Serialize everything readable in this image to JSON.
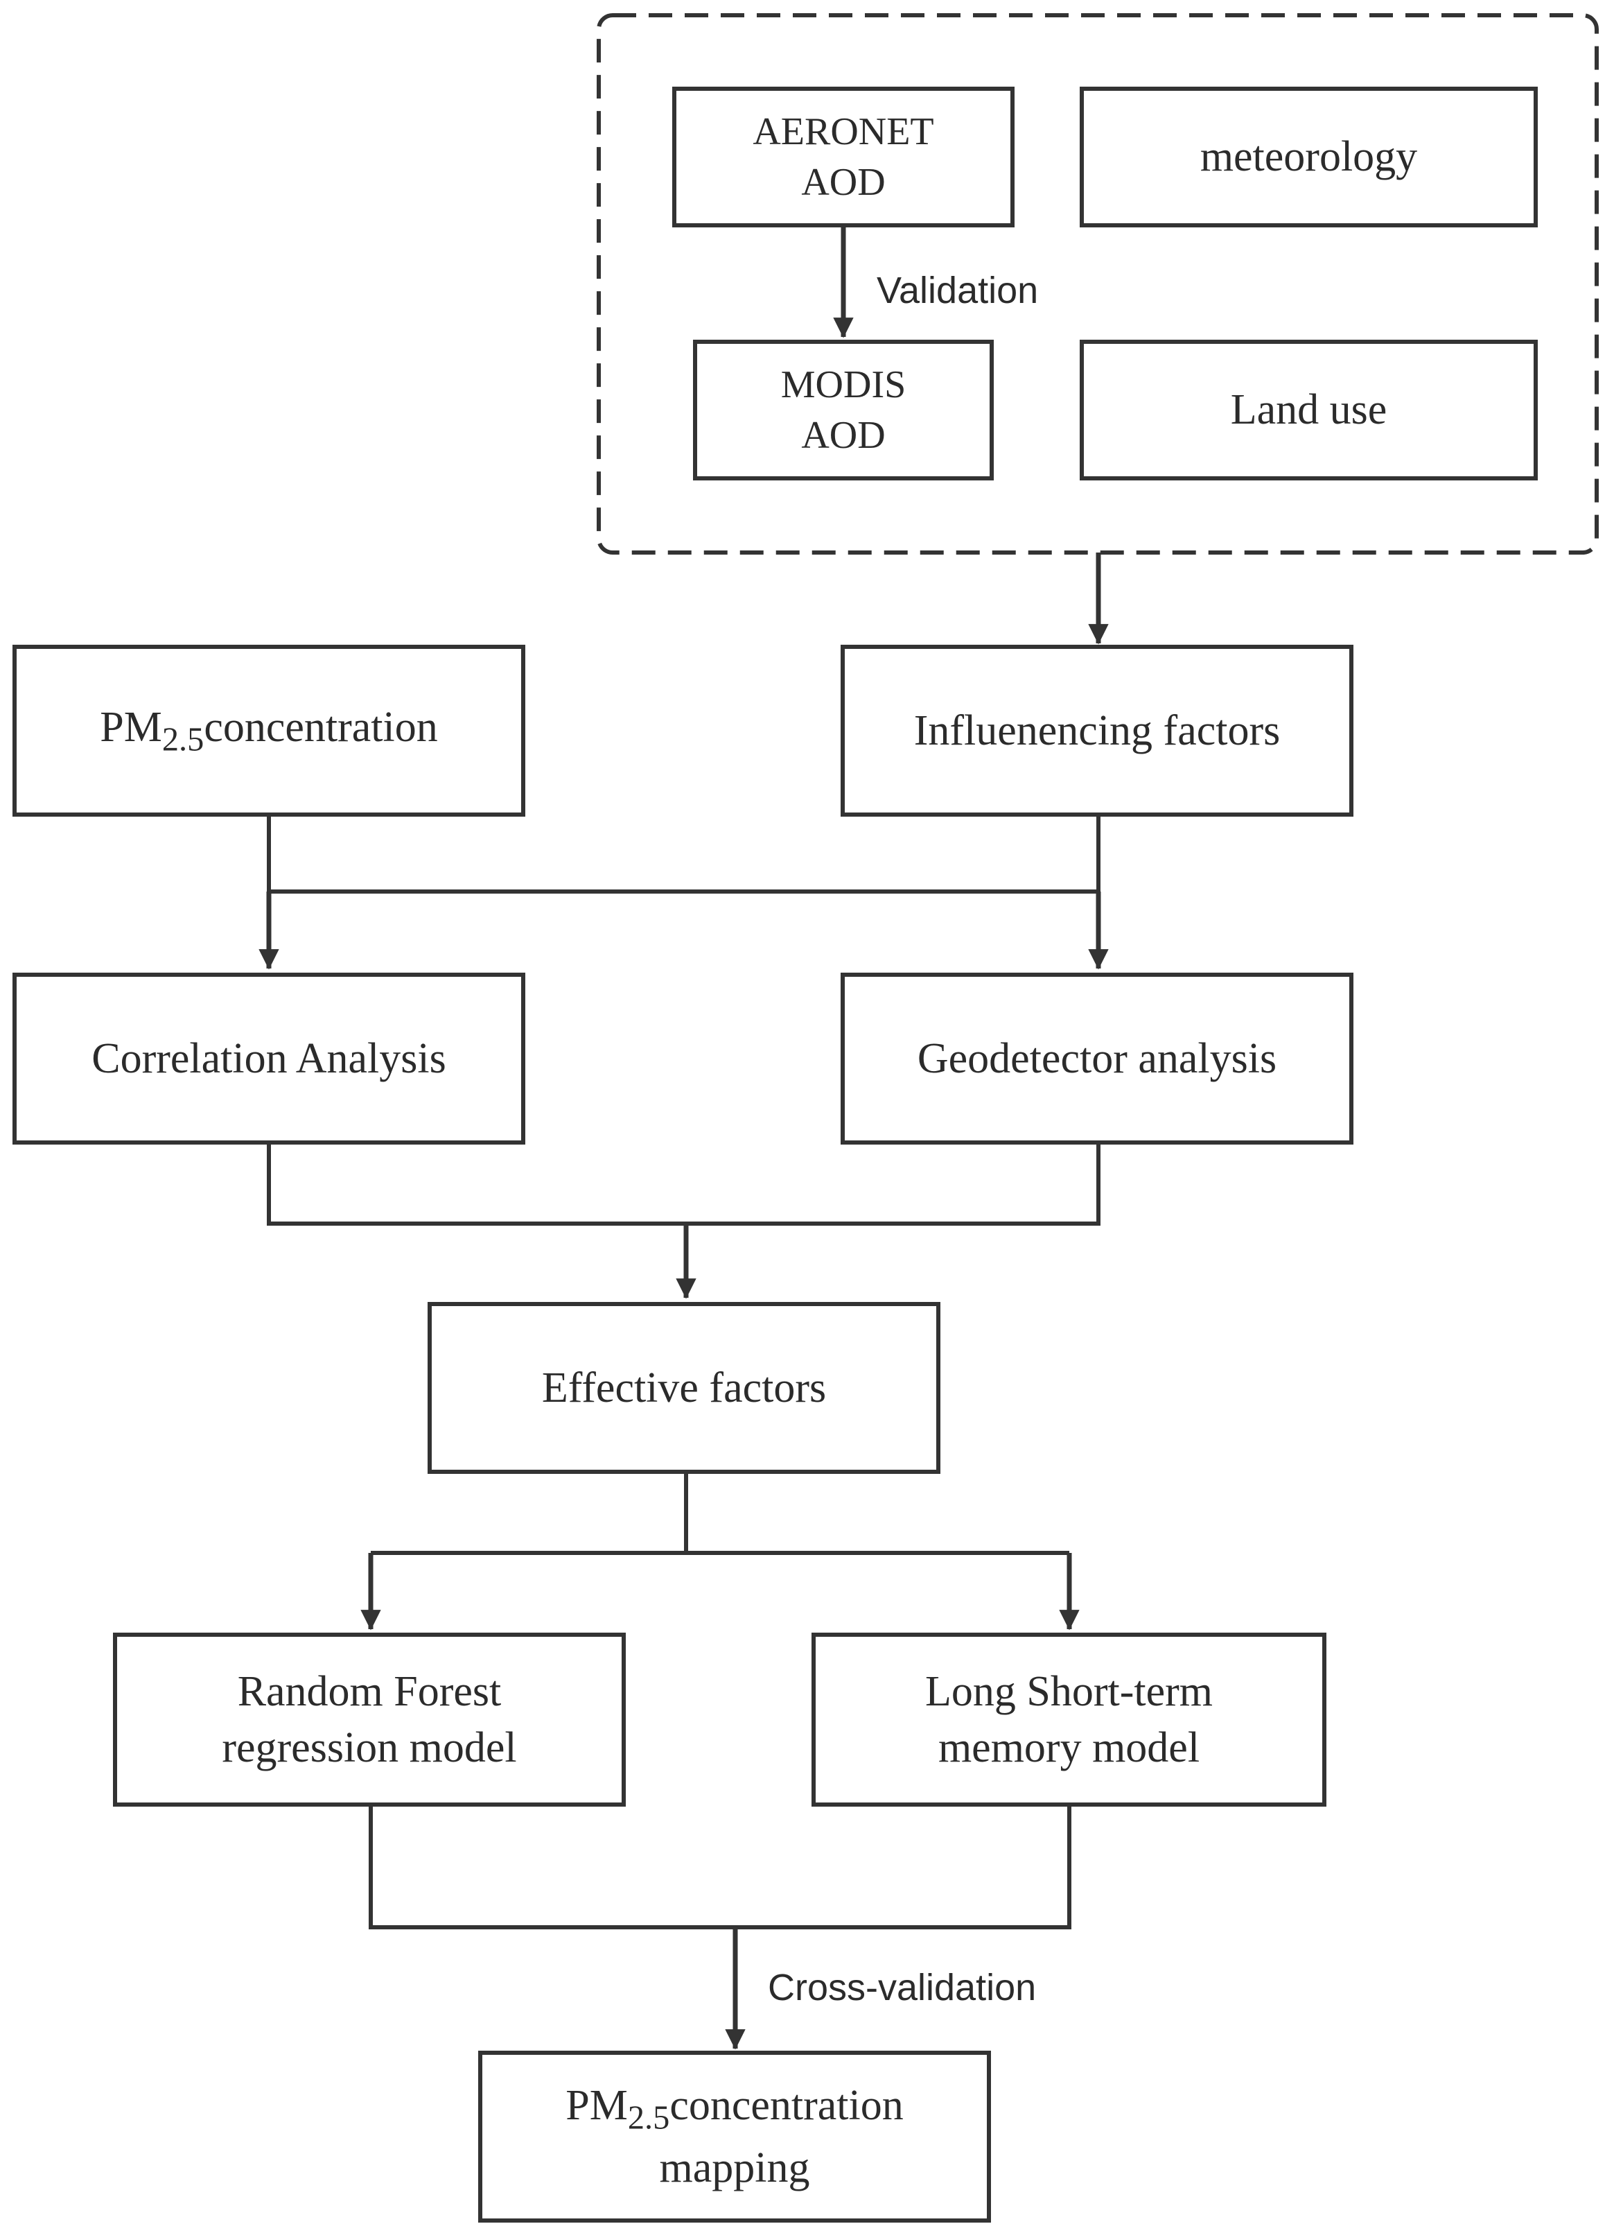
{
  "nodes": {
    "aeronet": {
      "line1": "AERONET",
      "line2": "AOD"
    },
    "meteorology": {
      "label": "meteorology"
    },
    "modis": {
      "line1": "MODIS",
      "line2": "AOD"
    },
    "land_use": {
      "label": "Land use"
    },
    "pm25": {
      "prefix": "PM",
      "subscript": "2.5",
      "suffix": "concentration"
    },
    "influencing": {
      "label": "Influenencing factors"
    },
    "correlation": {
      "label": "Correlation Analysis"
    },
    "geodetector": {
      "label": "Geodetector analysis"
    },
    "effective": {
      "label": "Effective factors"
    },
    "random_forest": {
      "line1": "Random Forest",
      "line2": "regression model"
    },
    "lstm": {
      "line1": "Long Short-term",
      "line2": "memory model"
    },
    "mapping": {
      "prefix": "PM",
      "subscript": "2.5",
      "suffix": "concentration",
      "line2": "mapping"
    }
  },
  "edge_labels": {
    "validation": "Validation",
    "cross_validation": "Cross-validation"
  },
  "colors": {
    "stroke": "#333333",
    "text": "#2b2b2b",
    "background": "#ffffff"
  }
}
